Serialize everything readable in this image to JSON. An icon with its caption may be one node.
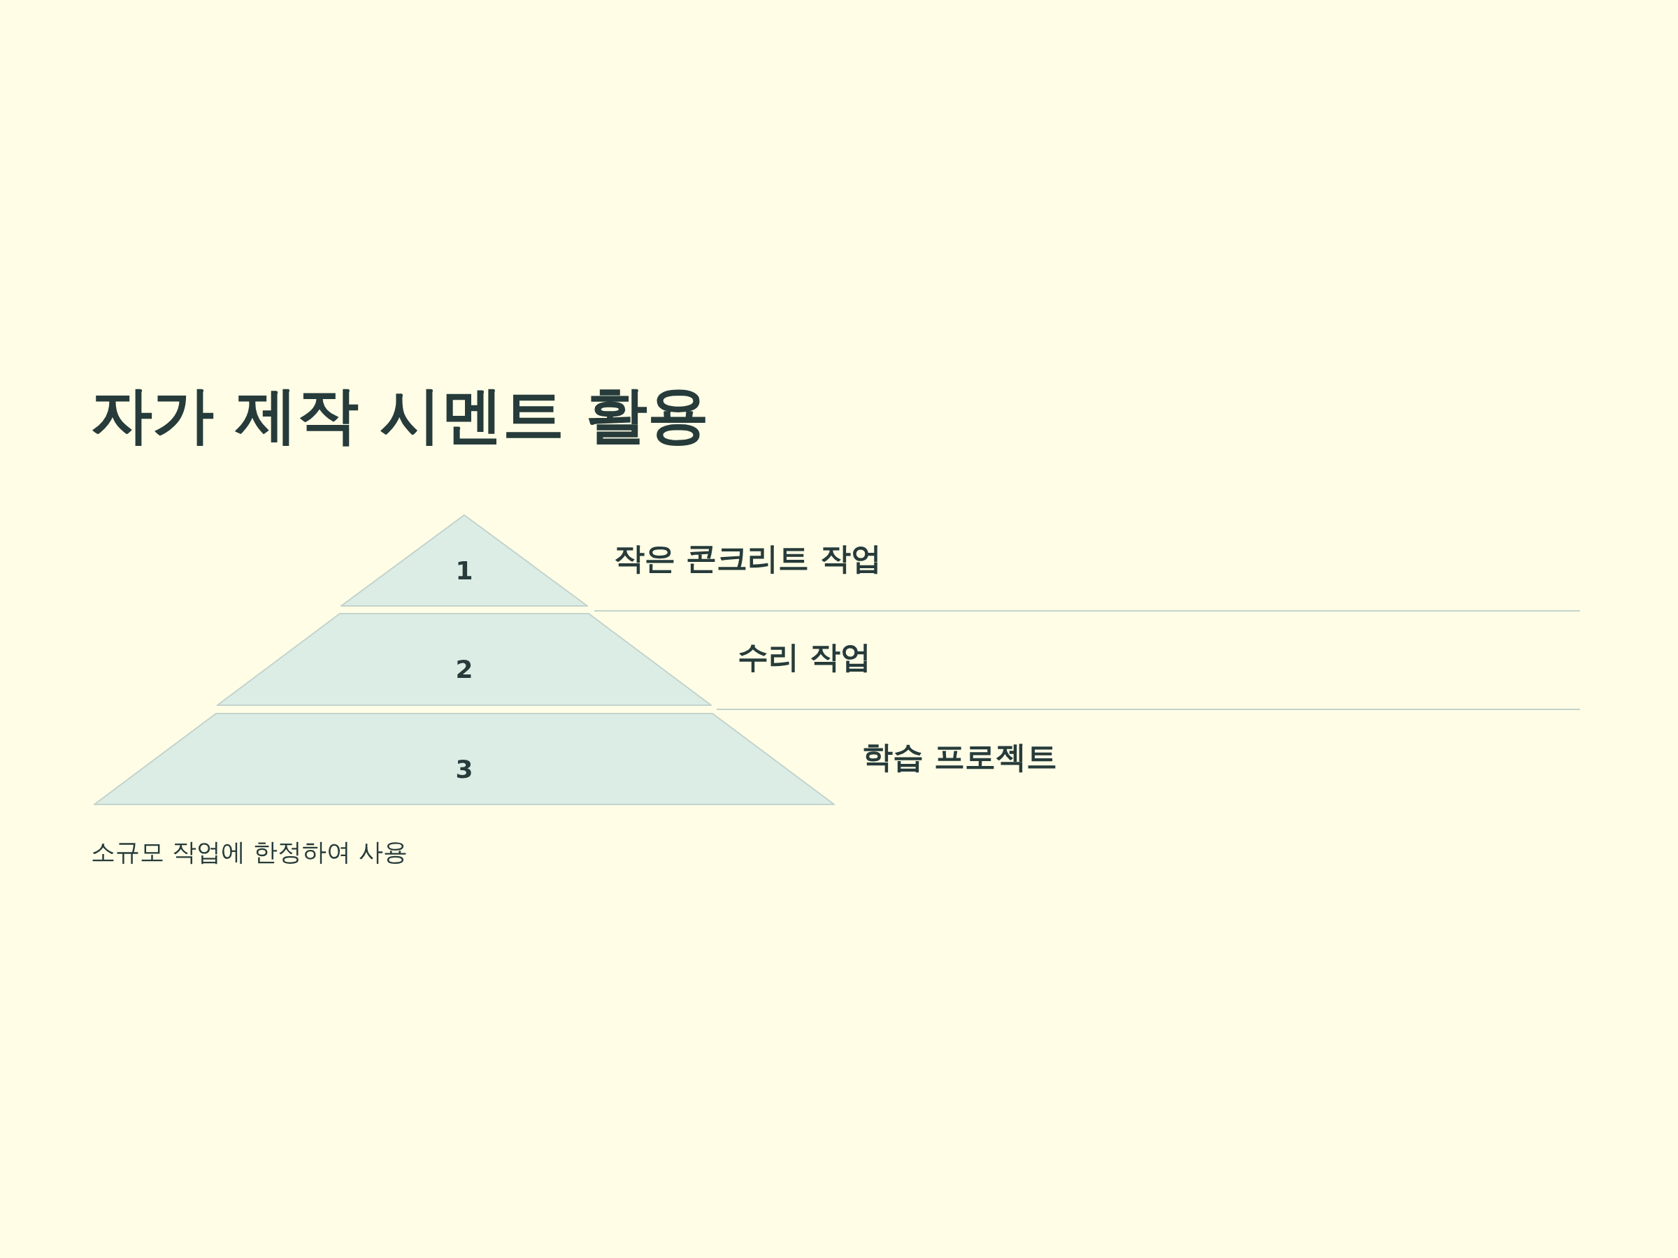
{
  "diagram": {
    "title": "자가 제작 시멘트 활용",
    "nodes": [
      {
        "text": [
          "1"
        ],
        "beside": [
          "작은 콘크리트 작업"
        ]
      },
      {
        "text": [
          "2"
        ],
        "beside": [
          "수리 작업"
        ]
      },
      {
        "text": [
          "3"
        ],
        "beside": [
          "학습 프로젝트"
        ]
      }
    ],
    "caption": "소규모 작업에 한정하여 사용"
  }
}
